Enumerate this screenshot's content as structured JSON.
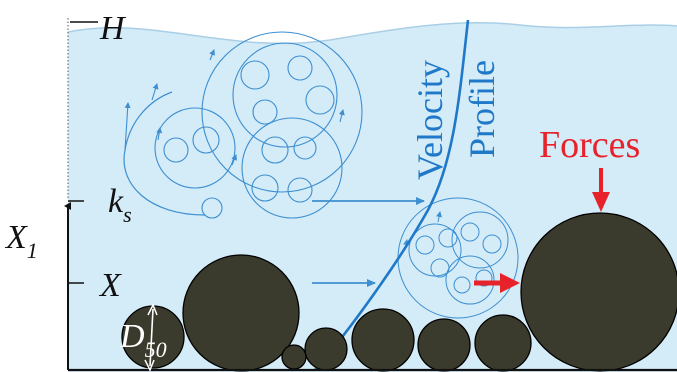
{
  "labels": {
    "H": "H",
    "ks_main": "k",
    "ks_sub": "s",
    "X": "X",
    "X1_main": "X",
    "X1_sub": "1",
    "D50_main": "D",
    "D50_sub": "50",
    "velocity": "Velocity",
    "profile": "Profile",
    "forces": "Forces"
  },
  "colors": {
    "water": "#d4ebf8",
    "water_edge": "#a9cfe6",
    "sediment": "#3b3b2d",
    "eddy": "#3d8fd0",
    "velocity_line": "#1f78c8",
    "force": "#e8222a",
    "axis": "#111111"
  }
}
